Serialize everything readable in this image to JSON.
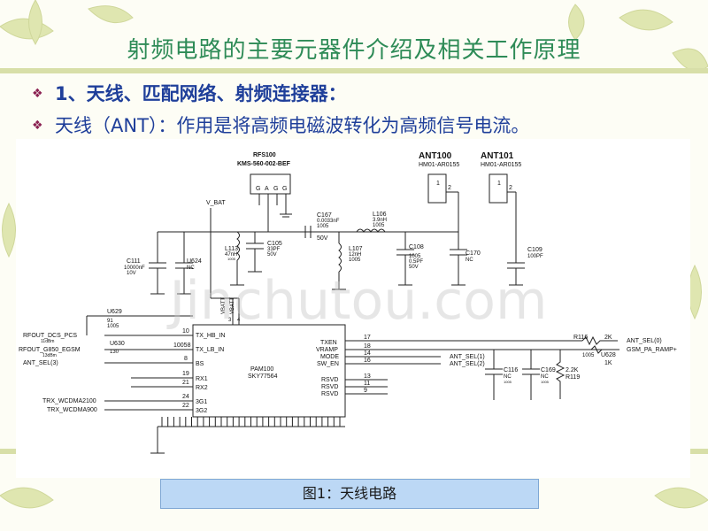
{
  "slide": {
    "title": "射频电路的主要元器件介绍及相关工作原理",
    "bullet1": "1、天线、匹配网络、射频连接器：",
    "bullet2": "天线（ANT）：作用是将高频电磁波转化为高频信号电流。",
    "bullet_icon": "diamond-bullet-icon",
    "caption": "图1：天线电路",
    "watermark": "Jinchutou.com"
  },
  "colors": {
    "title": "#2e8b57",
    "bullet_text": "#1f3f9a",
    "bullet_mark": "#8b2252",
    "caption_bg": "#bcd8f5"
  },
  "schematic": {
    "rfs": {
      "name": "RFS100",
      "part": "KMS-560-002-BEF"
    },
    "ant100": {
      "name": "ANT100",
      "part": "HM01-AR0155"
    },
    "ant101": {
      "name": "ANT101",
      "part": "HM01-AR0155"
    },
    "vbat": "V_BAT",
    "c167": {
      "name": "C167",
      "value": "0.0033nF",
      "size": "1005",
      "volt": "50V"
    },
    "l106": {
      "name": "L106",
      "value": "3.9nH",
      "size": "1005"
    },
    "l113": {
      "name": "L113",
      "value": "47nH",
      "size": "1005"
    },
    "c105": {
      "name": "C105",
      "value": "33PF",
      "volt": "50V"
    },
    "c111": {
      "name": "C111",
      "value": "10000nF",
      "volt": "10V"
    },
    "u624": {
      "name": "U624",
      "value": "NC"
    },
    "l107": {
      "name": "L107",
      "value": "12nH",
      "size": "1005"
    },
    "c108": {
      "name": "C108",
      "size": "1005",
      "value": "0.5PF",
      "volt": "50V"
    },
    "c170": {
      "name": "C170",
      "value": "NC"
    },
    "c109": {
      "name": "C109",
      "value": "100PF"
    },
    "u629": {
      "name": "U629",
      "value": "91",
      "size": "1005"
    },
    "u630": {
      "name": "U630",
      "value": "130"
    },
    "pam": {
      "name": "PAM100",
      "part": "SKY77564"
    },
    "left_nets": [
      "RFOUT_DCS_PCS",
      "RFOUT_G850_EGSM",
      "ANT_SEL(3)",
      "TRX_WCDMA2100",
      "TRX_WCDMA900"
    ],
    "left_net_notes": [
      "11dBm",
      "13dBm"
    ],
    "left_pins": [
      "TX_HB_IN",
      "TX_LB_IN",
      "BS",
      "RX1",
      "RX2",
      "3G1",
      "3G2"
    ],
    "left_pin_nums": [
      "10",
      "10058",
      "8",
      "19",
      "21",
      "24",
      "22"
    ],
    "right_pins": [
      "TXEN",
      "VRAMP",
      "MODE",
      "SW_EN",
      "RSVD",
      "RSVD",
      "RSVD"
    ],
    "right_pin_nums": [
      "17",
      "18",
      "14",
      "16",
      "13",
      "11",
      "9"
    ],
    "top_pins": [
      "VBATT",
      "VBATT"
    ],
    "top_pin_nums": [
      "3",
      "4"
    ],
    "right_nets": [
      "ANT_SEL(0)",
      "GSM_PA_RAMP+",
      "ANT_SEL(1)",
      "ANT_SEL(2)"
    ],
    "r116": {
      "name": "R116",
      "value": "2K",
      "size": "1005"
    },
    "u628": {
      "name": "U628",
      "value": "1K"
    },
    "c116": {
      "name": "C116",
      "value": "NC",
      "size": "1005"
    },
    "c169": {
      "name": "C169",
      "value": "NC",
      "size": "1005"
    },
    "r119": {
      "name": "R119",
      "value": "2.2K"
    },
    "rfs_pins": [
      "G",
      "A",
      "G",
      "G"
    ],
    "pin_1": "1",
    "pin_2": "2"
  }
}
